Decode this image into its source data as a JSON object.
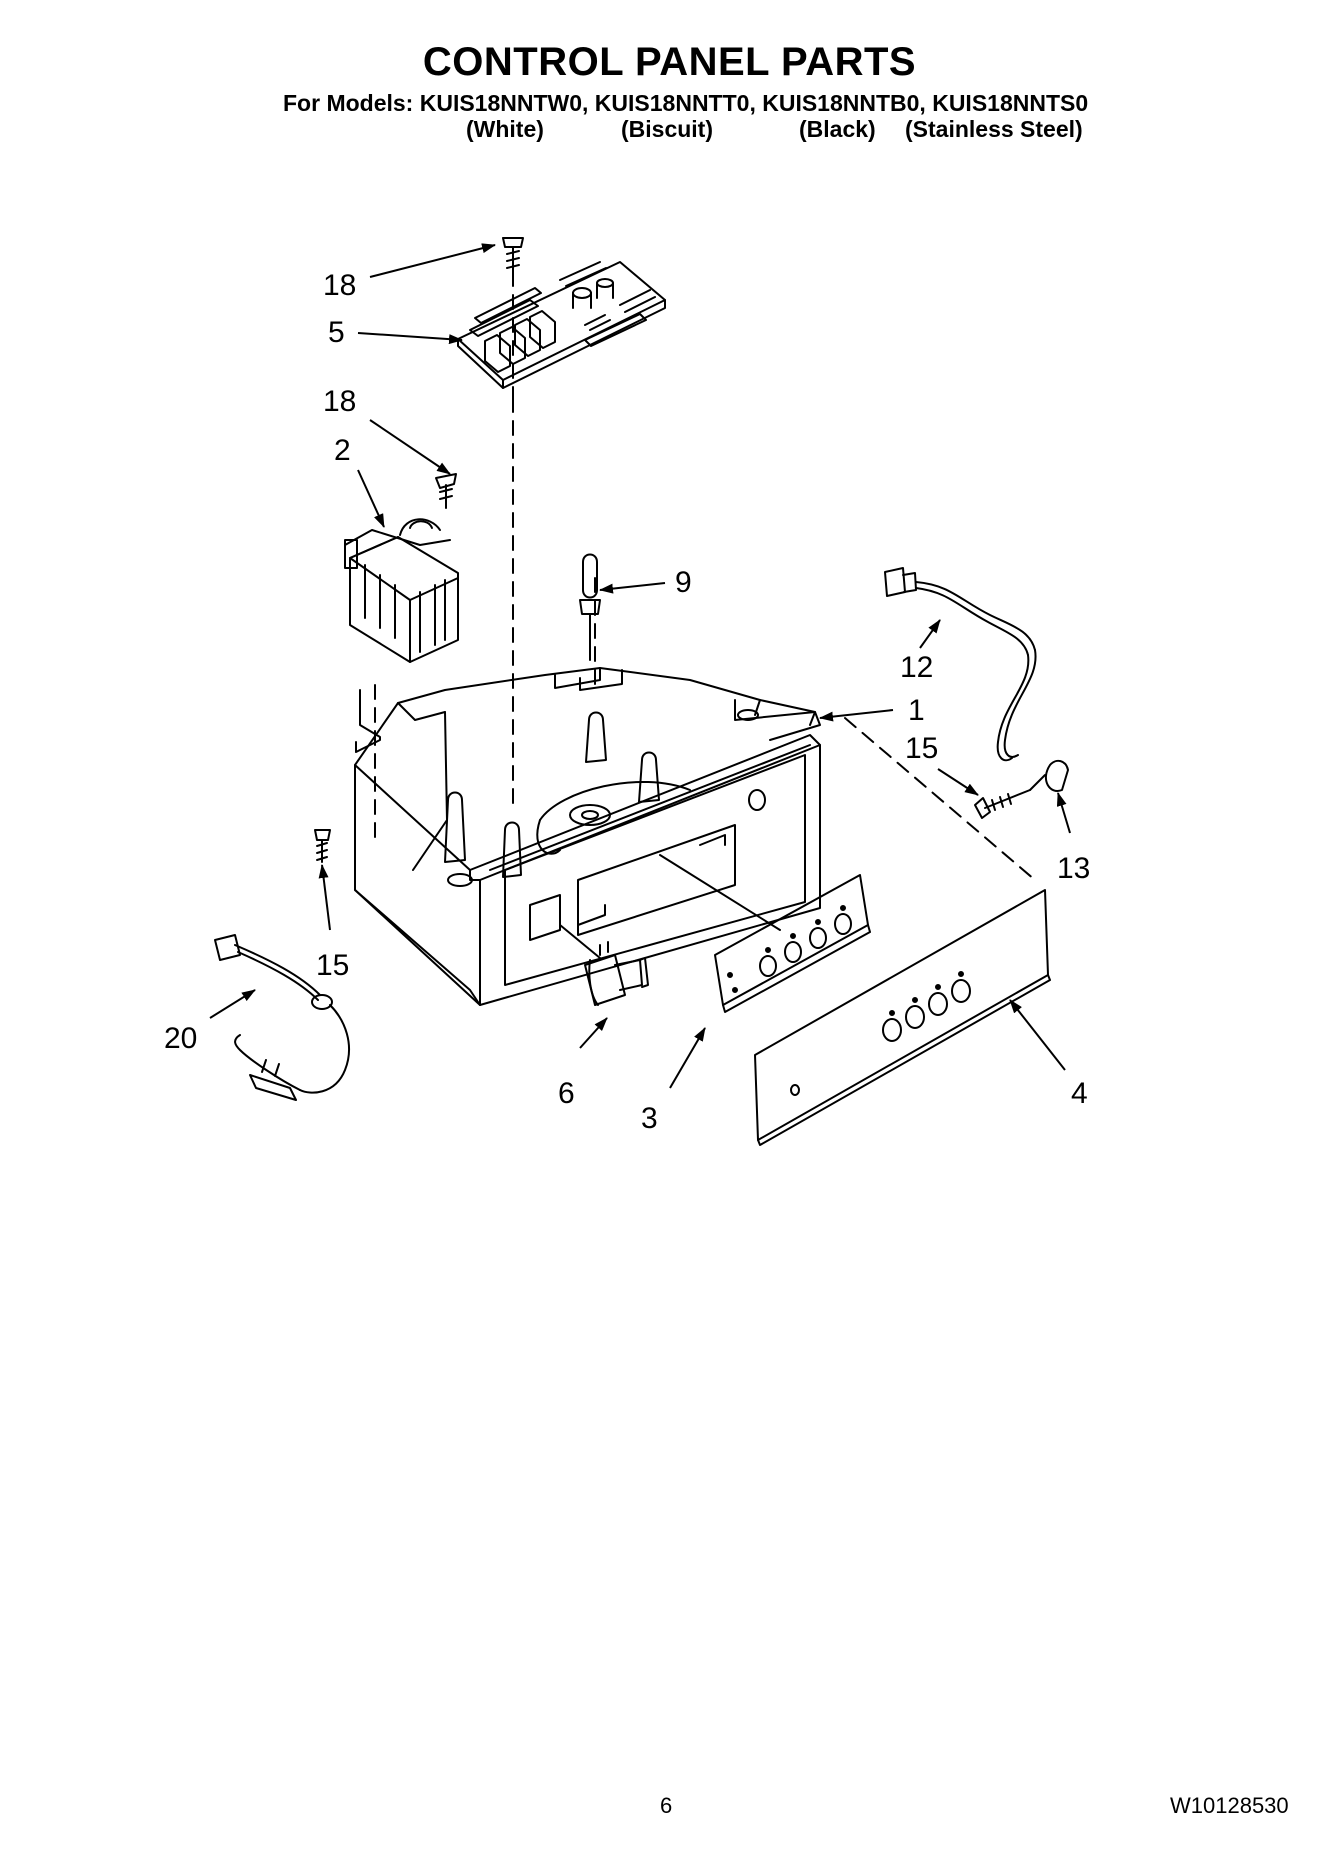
{
  "header": {
    "title": "CONTROL PANEL PARTS",
    "models_line": "For Models: KUIS18NNTW0, KUIS18NNTT0, KUIS18NNTB0, KUIS18NNTS0",
    "colors": [
      "(White)",
      "(Biscuit)",
      "(Black)",
      "(Stainless Steel)"
    ]
  },
  "callouts": {
    "c18a": "18",
    "c5": "5",
    "c18b": "18",
    "c2": "2",
    "c9": "9",
    "c12": "12",
    "c1": "1",
    "c15a": "15",
    "c13": "13",
    "c15b": "15",
    "c20": "20",
    "c6": "6",
    "c3": "3",
    "c4": "4"
  },
  "footer": {
    "page_number": "6",
    "document_number": "W10128530"
  }
}
